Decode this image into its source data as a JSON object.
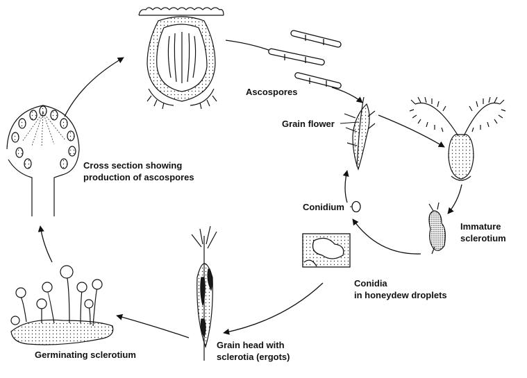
{
  "diagram": {
    "labels": {
      "ascospores": "Ascospores",
      "grain_flower": "Grain flower",
      "cross_section_line1": "Cross section showing",
      "cross_section_line2": "production of ascospores",
      "conidium": "Conidium",
      "immature_line1": "Immature",
      "immature_line2": "sclerotium",
      "conidia_line1": "Conidia",
      "conidia_line2": "in honeydew droplets",
      "grain_head_line1": "Grain head with",
      "grain_head_line2": "sclerotia (ergots)",
      "germinating": "Germinating sclerotium"
    },
    "colors": {
      "ink": "#111111",
      "background": "#ffffff",
      "sclerotium": "#1a1a1a"
    }
  }
}
